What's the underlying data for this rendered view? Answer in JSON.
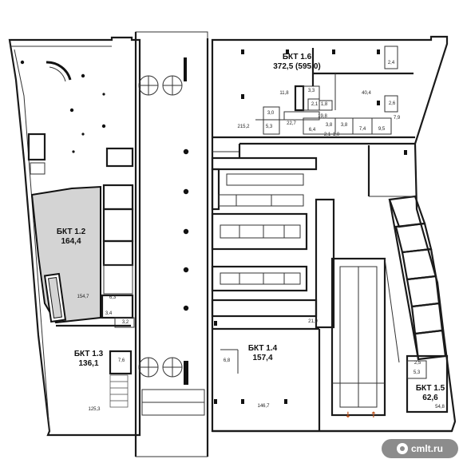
{
  "units": {
    "u12": {
      "name": "БКТ 1.2",
      "area": "164,4"
    },
    "u13": {
      "name": "БКТ 1.3",
      "area": "136,1"
    },
    "u14": {
      "name": "БКТ 1.4",
      "area": "157,4"
    },
    "u15": {
      "name": "БКТ 1.5",
      "area": "62,6"
    },
    "u16": {
      "name": "БКТ 1.6",
      "area": "372,5 (595,0)"
    }
  },
  "rooms": {
    "r_154_7": "154,7",
    "r_6_3": "6,3",
    "r_3_4": "3,4",
    "r_3_2": "3,2",
    "r_7_6": "7,6",
    "r_125_3": "125,3",
    "r_6_8": "6,8",
    "r_146_7": "146,7",
    "r_21_9": "21,9",
    "r_2_5": "2,5",
    "r_5_3": "5,3",
    "r_54_8": "54,8",
    "r_2_4": "2,4",
    "r_3_3": "3,3",
    "r_11_8": "11,8",
    "r_2_1a": "2,1",
    "r_1_8": "1,8",
    "r_40_4": "40,4",
    "r_2_6": "2,6",
    "r_3_0": "3,0",
    "r_19_8": "19,8",
    "r_22_7": "22,7",
    "r_5_3b": "5,3",
    "r_215_2": "215,2",
    "r_6_4": "6,4",
    "r_3_8a": "3,8",
    "r_3_8b": "3,8",
    "r_7_4": "7,4",
    "r_9_5": "9,5",
    "r_7_9": "7,9",
    "r_2_1b": "2,1",
    "r_1_0": "1,0"
  },
  "arrows": {
    "down": "↓",
    "up": "↑"
  },
  "watermark": "cmlt.ru",
  "colors": {
    "highlight": "#d4d4d4",
    "arrow": "#c0531b",
    "wall": "#1a1a1a"
  }
}
